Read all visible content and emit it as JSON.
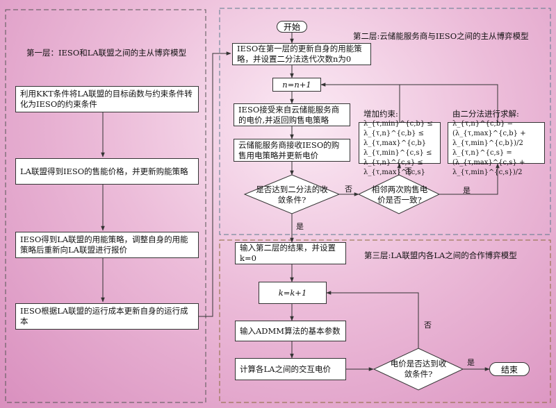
{
  "layer1": {
    "title": "第一层：IESO和LA联盟之间的主从博弈模型",
    "boxes": [
      "利用KKT条件将LA联盟的目标函数与约束条件转化为IESO的约束条件",
      "LA联盟得到IESO的售能价格，并更新购能策略",
      "IESO得到LA联盟的用能策略，调整自身的用能策略后重新向LA联盟进行报价",
      "IESO根据LA联盟的运行成本更新自身的运行成本"
    ]
  },
  "layer2": {
    "title": "第二层:云储能服务商与IESO之间的主从博弈模型",
    "start": "开始",
    "init": "IESO在第一层的更新自身的用能策略，并设置二分法迭代次数n为0",
    "increment": "n=n+1",
    "receive": "IESO接受来自云储能服务商的电价,并返回购售电策略",
    "update": "云储能服务商接收IESO的购售用电策略并更新电价",
    "converge_q": "是否达到二分法的收敛条件?",
    "consistent_q": "相邻两次购售电价是否一致?",
    "constraint_title": "增加约束:",
    "constraint_1": "λ_{τ,min}^{c,b} ≤ λ_{τ,n}^{c,b} ≤ λ_{τ,max}^{c,b}",
    "constraint_2": "λ_{τ,min}^{c,s} ≤ λ_{τ,n}^{c,s} ≤ λ_{τ,max}^{c,s}",
    "bisect_title": "由二分法进行求解:",
    "bisect_1": "λ_{τ,n}^{c,b} = (λ_{τ,max}^{c,b} + λ_{τ,min}^{c,b})/2",
    "bisect_2": "λ_{τ,n}^{c,s} = (λ_{τ,max}^{c,s} + λ_{τ,min}^{c,s})/2",
    "yes": "是",
    "no": "否"
  },
  "layer3": {
    "title": "第三层:LA联盟内各LA之间的合作博弈模型",
    "input": "输入第二层的结果，并设置k=0",
    "increment": "k=k+1",
    "admm": "输入ADMM算法的基本参数",
    "compute": "计算各LA之间的交互电价",
    "converge_q": "电价是否达到收敛条件?",
    "end": "结束",
    "yes": "是",
    "no": "否"
  },
  "colors": {
    "background": "#e4a8cf",
    "box": "#ffffff",
    "line": "#333333",
    "dash1": "#555555",
    "dash2": "#5b7b8c",
    "dash3": "#8a6a3a"
  }
}
